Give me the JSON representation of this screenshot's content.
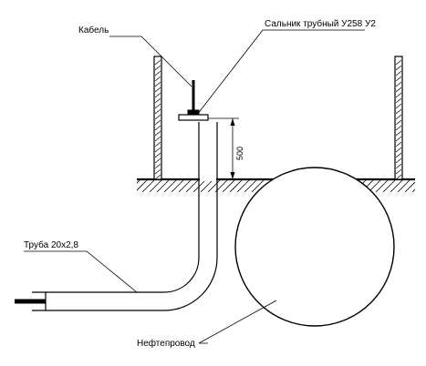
{
  "labels": {
    "cable": "Кабель",
    "gland": "Сальник трубный У258 У2",
    "pipe": "Труба 20х2,8",
    "pipeline": "Нефтепровод",
    "dimension": "500"
  },
  "colors": {
    "line": "#000000",
    "background": "#ffffff"
  }
}
